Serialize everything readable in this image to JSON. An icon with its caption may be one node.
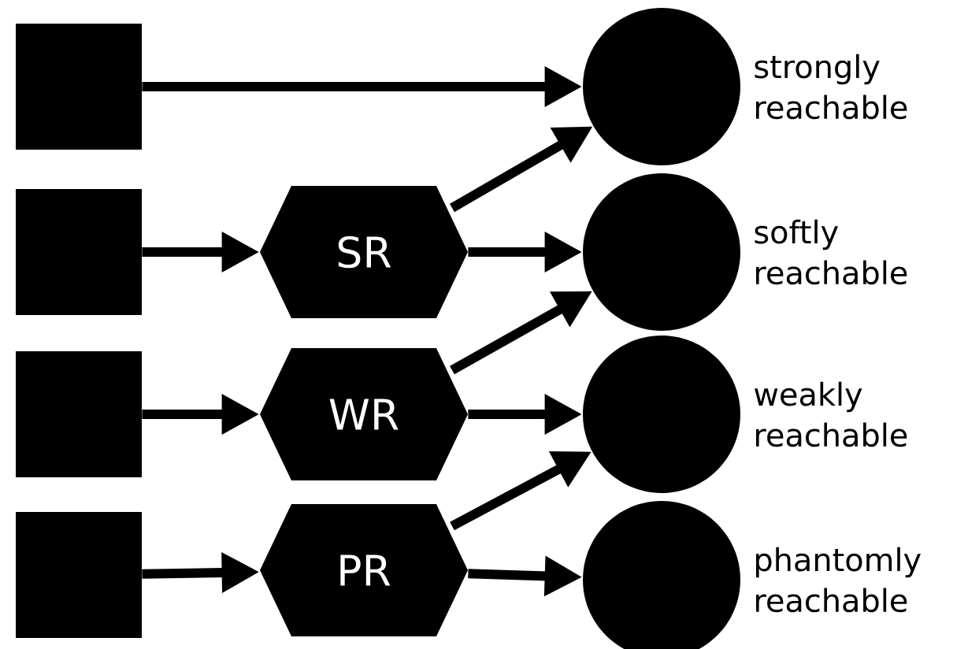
{
  "diagram": {
    "nodes": [
      {
        "text": [],
        "shape": "box"
      },
      {
        "text": [],
        "shape": "box"
      },
      {
        "text": [],
        "shape": "box"
      },
      {
        "text": [],
        "shape": "box"
      },
      {
        "text": [
          "SR"
        ]
      },
      {
        "text": [
          "WR"
        ]
      },
      {
        "text": [
          "PR"
        ]
      },
      {
        "text": [],
        "shape": "circle",
        "beside": [
          "strongly reachable"
        ]
      },
      {
        "text": [],
        "shape": "circle",
        "beside": [
          "softly reachable"
        ]
      },
      {
        "text": [],
        "shape": "circle",
        "beside": [
          "weakly reachable"
        ]
      },
      {
        "text": [],
        "shape": "circle",
        "beside": [
          "phantomly reachable"
        ]
      }
    ],
    "edges": [
      {
        "from": 0,
        "to": 7,
        "arrow": "to"
      },
      {
        "from": 1,
        "to": 4,
        "arrow": "to"
      },
      {
        "from": 2,
        "to": 5,
        "arrow": "to"
      },
      {
        "from": 3,
        "to": 6,
        "arrow": "to"
      },
      {
        "from": 4,
        "to": 7,
        "arrow": "to"
      },
      {
        "from": 4,
        "to": 8,
        "arrow": "to"
      },
      {
        "from": 5,
        "to": 8,
        "arrow": "to"
      },
      {
        "from": 5,
        "to": 9,
        "arrow": "to"
      },
      {
        "from": 6,
        "to": 9,
        "arrow": "to"
      },
      {
        "from": 6,
        "to": 10,
        "arrow": "to"
      }
    ]
  }
}
